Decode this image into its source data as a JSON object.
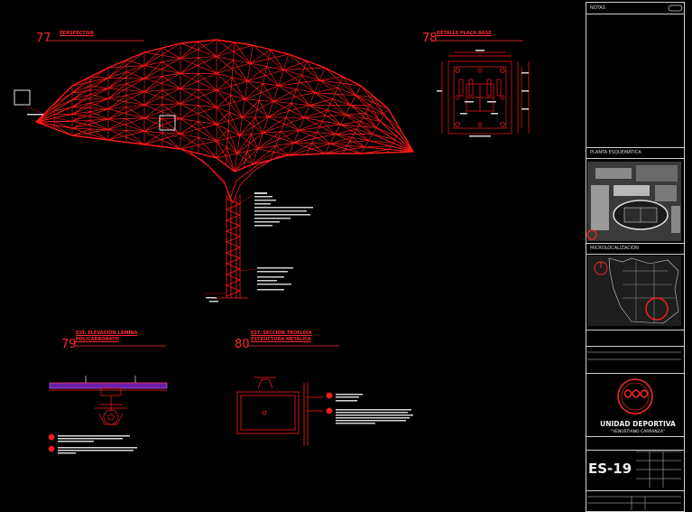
{
  "views": {
    "v77": {
      "number": "77",
      "title": "PERSPECTIVA"
    },
    "v78": {
      "number": "78",
      "title": "DETALLE PLACA BASE"
    },
    "v79": {
      "number": "79",
      "title_line1": "EST. ELEVACIÓN LÁMINA",
      "title_line2": "POLICARBONATO"
    },
    "v80": {
      "number": "80",
      "title_line1": "EST. SECCIÓN TROELDIA",
      "title_line2": "ESTRUCTURA METÁLICA"
    }
  },
  "title_block": {
    "notes_label": "NOTAS",
    "plan_label": "PLANTA ESQUEMÁTICA",
    "micro_label": "MICROLOCALIZACIÓN",
    "project_name": "UNIDAD DEPORTIVA",
    "project_sub": "\"VENUSTIANO CARRANZA\"",
    "sheet_code": "ES-19"
  },
  "colors": {
    "structure": "#ff1a1a",
    "frame": "#cfcfcf",
    "background": "#000000"
  }
}
